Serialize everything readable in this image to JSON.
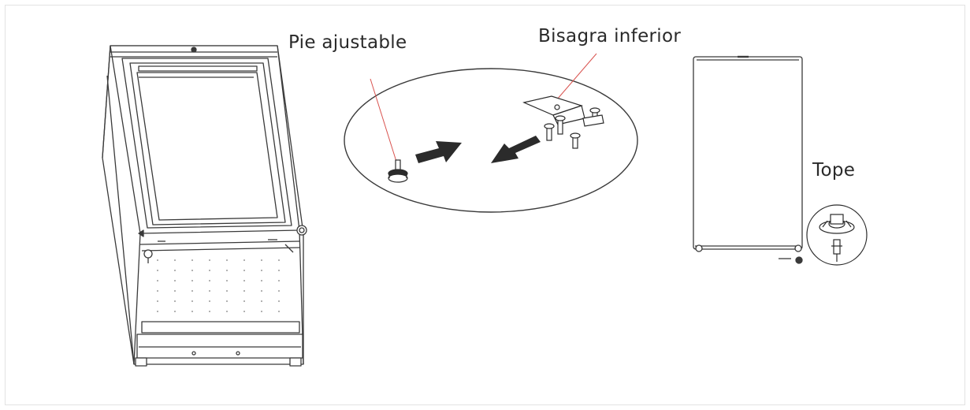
{
  "labels": {
    "adjustable_foot": "Pie ajustable",
    "lower_hinge": "Bisagra inferior",
    "stop": "Tope"
  },
  "colors": {
    "line": "#3a3a3a",
    "leader": "#d9534f",
    "arrow": "#2b2b2b",
    "frame_border": "#e2e2e2"
  }
}
